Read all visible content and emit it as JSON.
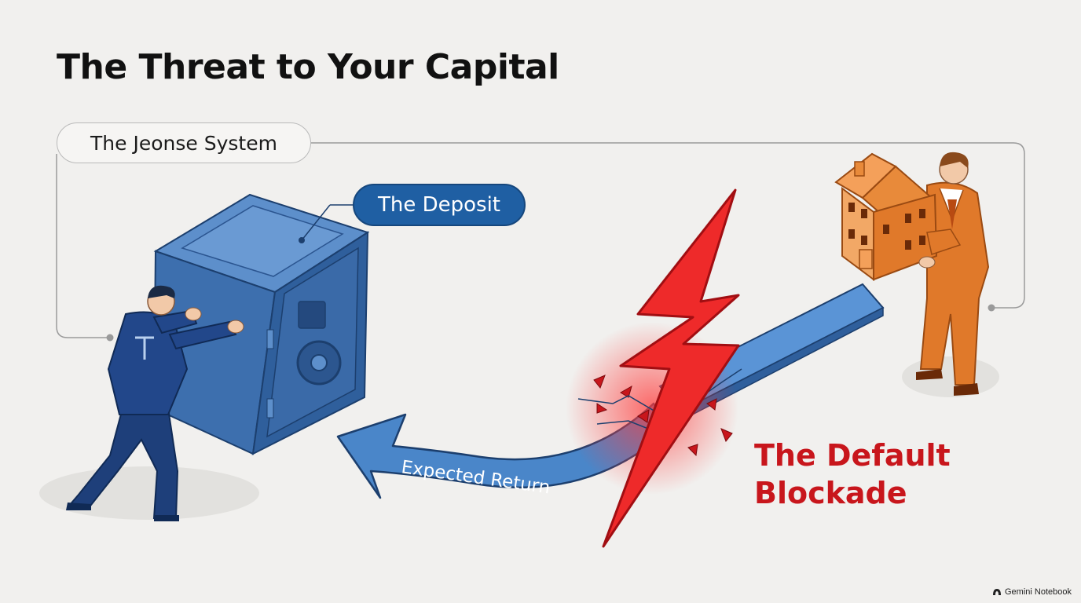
{
  "title": "The Threat to Your Capital",
  "system_label": "The Jeonse System",
  "deposit_label": "The Deposit",
  "expected_return_label": "Expected Return",
  "blockade": {
    "line1": "The Default",
    "line2": "Blockade"
  },
  "watermark": "Gemini Notebook",
  "colors": {
    "deposit_blue": "#1f5fa3",
    "landlord_orange": "#e0792a",
    "blockade_red": "#c8161c",
    "arrow_blue": "#4a86c9"
  },
  "icons": [
    "safe-icon",
    "tenant-icon",
    "landlord-icon",
    "house-icon",
    "lightning-bolt-icon",
    "gemini-logo-icon"
  ]
}
